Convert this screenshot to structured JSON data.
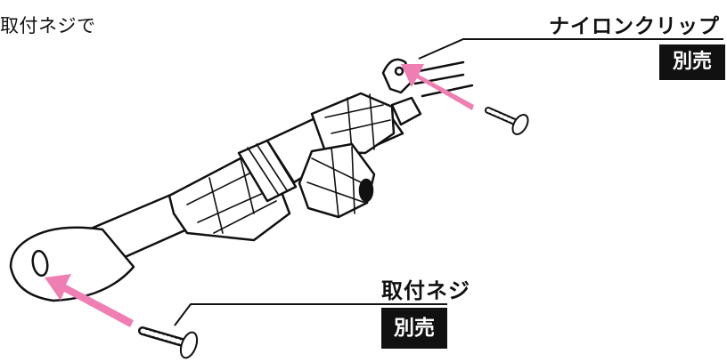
{
  "caption_top": "取付ネジで",
  "labels": {
    "nylon_clip": "ナイロンクリップ",
    "mount_screw": "取付ネジ",
    "sold_separately_clip": "別売",
    "sold_separately_screw": "別売"
  },
  "colors": {
    "arrow": "#ef7fb2",
    "line": "#111111",
    "badge_bg": "#111111",
    "badge_text": "#ffffff"
  }
}
